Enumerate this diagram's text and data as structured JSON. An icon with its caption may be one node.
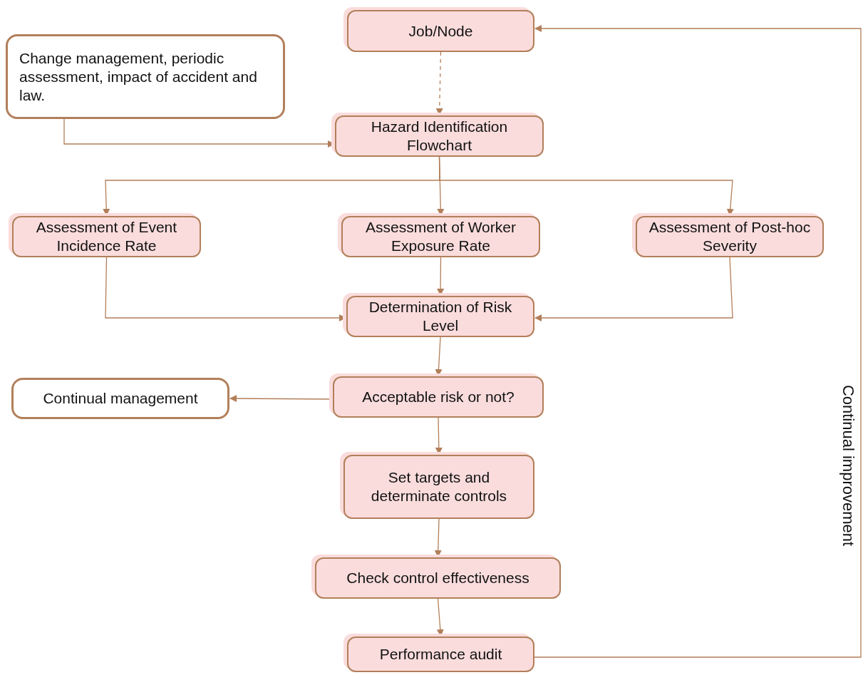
{
  "diagram": {
    "nodes": [
      {
        "text": [
          "Job/Node"
        ]
      },
      {
        "text": [
          "Change management, periodic assessment, impact of accident and law."
        ]
      },
      {
        "text": [
          "Hazard Identification Flowchart"
        ]
      },
      {
        "text": [
          "Assessment of Event Incidence Rate"
        ]
      },
      {
        "text": [
          "Assessment of Worker Exposure Rate"
        ]
      },
      {
        "text": [
          "Assessment of Post-hoc Severity"
        ]
      },
      {
        "text": [
          "Determination of Risk Level"
        ]
      },
      {
        "text": [
          "Continual management"
        ]
      },
      {
        "text": [
          "Acceptable risk or not?"
        ]
      },
      {
        "text": [
          "Set targets and determinate controls"
        ]
      },
      {
        "text": [
          "Check control effectiveness"
        ]
      },
      {
        "text": [
          "Performance audit"
        ]
      }
    ],
    "edges": [
      {
        "from": 0,
        "to": 2,
        "arrow": "to",
        "style": "dashed"
      },
      {
        "from": 1,
        "to": 2,
        "arrow": "to"
      },
      {
        "from": 2,
        "to": 3,
        "arrow": "to"
      },
      {
        "from": 2,
        "to": 4,
        "arrow": "to"
      },
      {
        "from": 2,
        "to": 5,
        "arrow": "to"
      },
      {
        "from": 3,
        "to": 6,
        "arrow": "to"
      },
      {
        "from": 4,
        "to": 6,
        "arrow": "to"
      },
      {
        "from": 5,
        "to": 6,
        "arrow": "to"
      },
      {
        "from": 6,
        "to": 8,
        "arrow": "to"
      },
      {
        "from": 8,
        "to": 7,
        "arrow": "to"
      },
      {
        "from": 8,
        "to": 9,
        "arrow": "to"
      },
      {
        "from": 9,
        "to": 10,
        "arrow": "to"
      },
      {
        "from": 10,
        "to": 11,
        "arrow": "to"
      },
      {
        "from": 11,
        "to": 0,
        "arrow": "to",
        "label": "Continual improvement"
      }
    ]
  }
}
